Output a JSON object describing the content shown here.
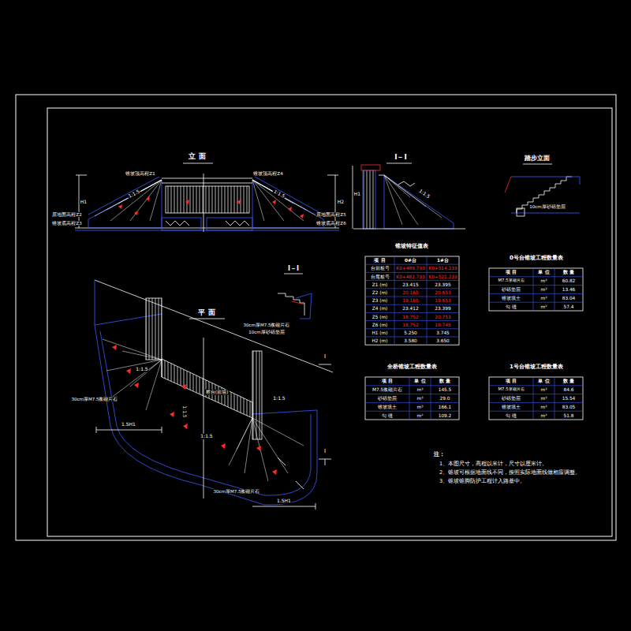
{
  "diagram": {
    "labels": [
      "立 面",
      "I－I",
      "踏步立面",
      "平 面",
      "I－I",
      "锥坡顶高程Z1",
      "锥坡顶高程Z4",
      "1:1.5",
      "1:1.5",
      "H1",
      "H2",
      "原地面高程Z2",
      "锥坡底高程Z3",
      "原地面高程Z5",
      "锥坡底高程Z6",
      "1:1.5",
      "H1",
      "10cm厚砂砾垫层",
      "30cm厚M7.5浆砌片石",
      "10cm厚砂砾垫层",
      "1:1.5",
      "1:1.5",
      "1:1.5",
      "1:1.5",
      "30cm厚M7.5浆砌片石",
      "桥台(前墙)",
      "30cm厚M7.5浆砌片石",
      "1.5H1",
      "1.5H1",
      "I",
      "I",
      "锥坡特征值表",
      "项 目",
      "0#台",
      "1#台",
      "台前桩号",
      "K0+489.733",
      "K0+514.233",
      "台尾桩号",
      "K0+482.733",
      "K0+521.233",
      "Z1 (m)",
      "23.415",
      "23.395",
      "Z2 (m)",
      "20.165",
      "20.653",
      "Z3 (m)",
      "19.165",
      "19.653",
      "Z4 (m)",
      "23.412",
      "23.399",
      "Z5 (m)",
      "18.752",
      "20.753",
      "Z6 (m)",
      "18.752",
      "19.745",
      "H1 (m)",
      "5.250",
      "3.745",
      "H2 (m)",
      "3.580",
      "3.650",
      "0号台锥坡工程数量表",
      "项 目",
      "单 位",
      "数 量",
      "M7.5浆砌片石",
      "m³",
      "60.82",
      "砂砾垫层",
      "m³",
      "13.46",
      "锥坡填土",
      "m³",
      "83.04",
      "勾 缝",
      "m²",
      "57.4",
      "全桥锥坡工程数量表",
      "项 目",
      "单 位",
      "数 量",
      "M7.5浆砌片石",
      "m³",
      "145.5",
      "砂砾垫层",
      "m³",
      "29.0",
      "锥坡填土",
      "m³",
      "166.1",
      "勾 缝",
      "m²",
      "109.2",
      "1号台锥坡工程数量表",
      "项 目",
      "单 位",
      "数 量",
      "M7.5浆砌片石",
      "m³",
      "84.6",
      "砂砾垫层",
      "m³",
      "15.54",
      "锥坡填土",
      "m³",
      "83.05",
      "勾 缝",
      "m²",
      "51.8",
      "注：",
      "1、本图尺寸，高程以米计，尺寸以厘米计。",
      "2、锥坡可根据地面线不同，按照实际地面线做相应调整。",
      "3、锥坡锥脚防护工程计入路基中。"
    ]
  }
}
